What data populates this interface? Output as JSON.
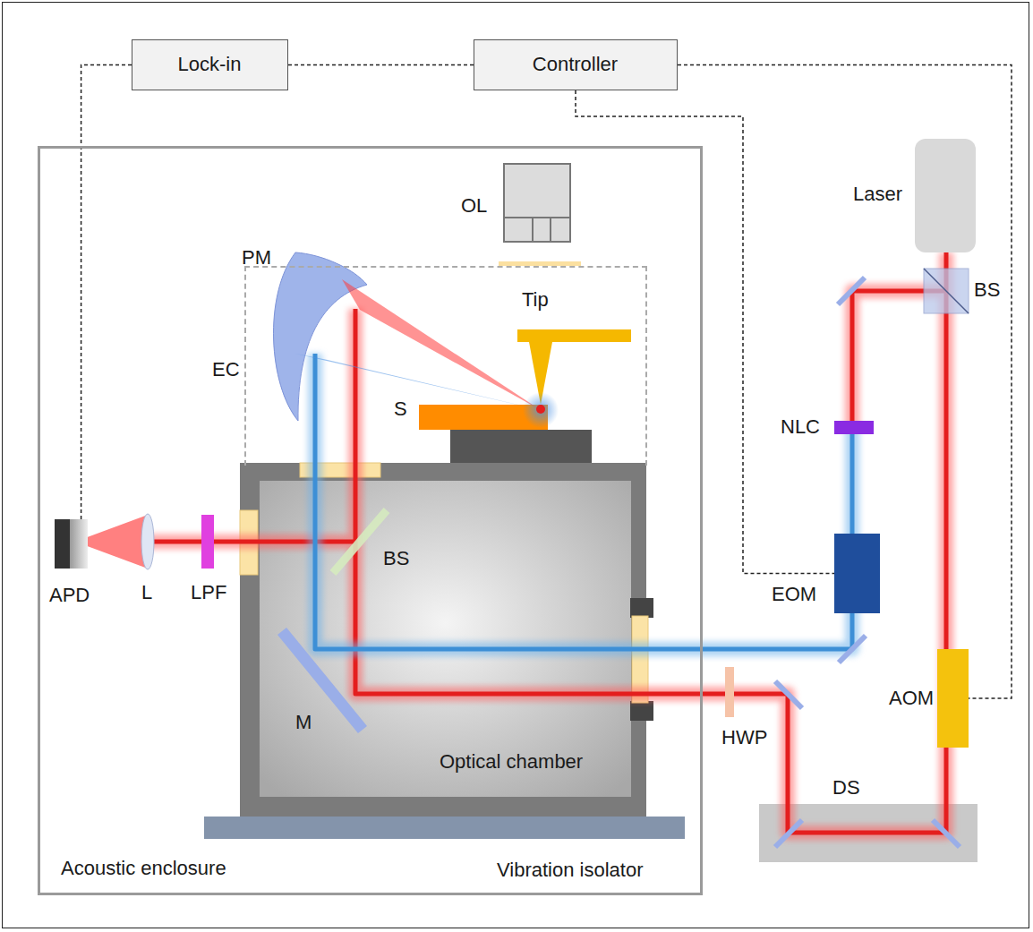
{
  "diagram": {
    "nodes": [
      {
        "text": [
          "Lock-in"
        ]
      },
      {
        "text": [
          "Controller"
        ]
      },
      {
        "text": [
          "Acoustic enclosure"
        ]
      },
      {
        "text": [
          "Optical chamber"
        ],
        "in": 2
      },
      {
        "text": [
          "EC"
        ],
        "in": 2
      },
      {
        "text": [
          "APD"
        ],
        "in": 2
      },
      {
        "text": [
          "Laser"
        ]
      },
      {
        "text": [
          "EOM"
        ]
      },
      {
        "text": [
          "AOM"
        ]
      }
    ],
    "edges": [
      {
        "from": 0,
        "to": 1,
        "arrow": "none"
      },
      {
        "from": 0,
        "to": 5,
        "arrow": "none"
      },
      {
        "from": 1,
        "to": 7,
        "arrow": "none"
      },
      {
        "from": 1,
        "to": 8,
        "arrow": "none"
      }
    ],
    "labels": [
      "OL",
      "PM",
      "Tip",
      "S",
      "BS",
      "NLC",
      "L",
      "LPF",
      "BS",
      "HWP",
      "M",
      "DS",
      "Vibration isolator"
    ]
  }
}
